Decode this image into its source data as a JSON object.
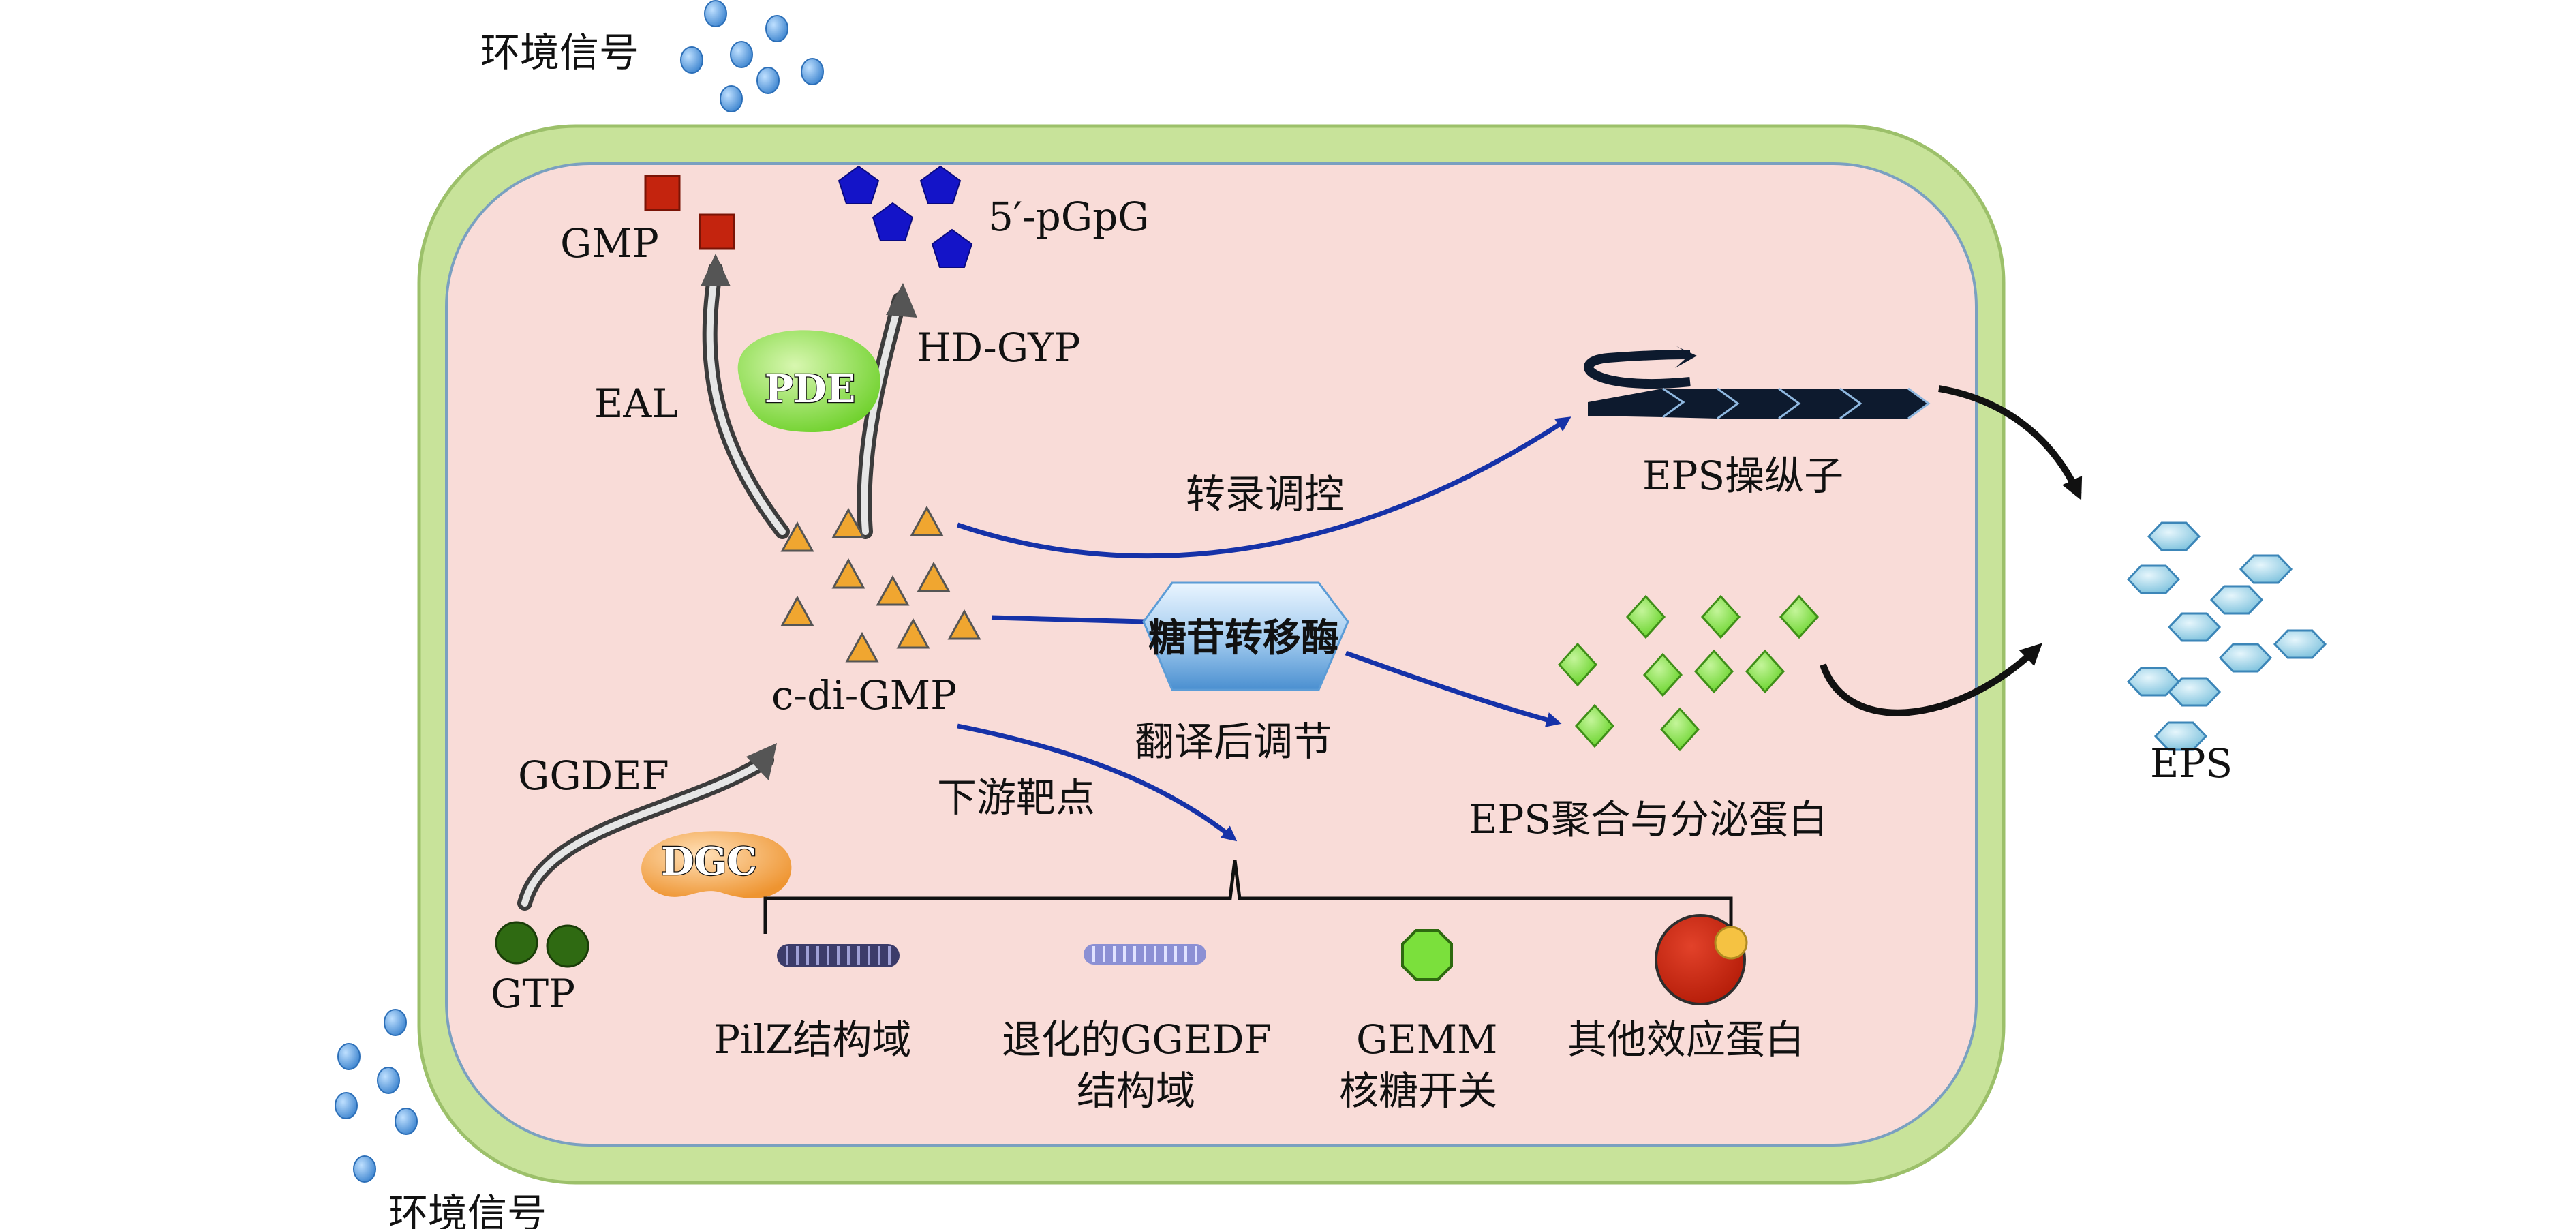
{
  "labels": {
    "env_signal_top": "环境信号",
    "env_signal_bottom": "环境信号",
    "gmp": "GMP",
    "pgpg": "5′-pGpG",
    "eal": "EAL",
    "pde": "PDE",
    "hdgyp": "HD-GYP",
    "transcription": "转录调控",
    "eps_operon": "EPS操纵子",
    "glycosyltransferase": "糖苷转移酶",
    "cdigmp": "c-di-GMP",
    "posttranslational": "翻译后调节",
    "eps_polymerase": "EPS聚合与分泌蛋白",
    "ggdef": "GGDEF",
    "downstream": "下游靶点",
    "dgc": "DGC",
    "gtp": "GTP",
    "pilz": "PilZ结构域",
    "degen_ggdef_1": "退化的GGEDF",
    "degen_ggdef_2": "结构域",
    "gemm_1": "GEMM",
    "gemm_2": "核糖开关",
    "other_effector": "其他效应蛋白",
    "eps": "EPS"
  },
  "colors": {
    "cell_wall": "#c8e39a",
    "cytoplasm": "#f9dcd8",
    "arrow_blue": "#1632a8",
    "triangle": "#f0a630",
    "gmp_square": "#c4240e",
    "pgpg_pentagon": "#1414c8",
    "diamond": "#7be03c",
    "hexagon": "#8fcde3",
    "pde": "#7ed83a",
    "dgc": "#f0a24a",
    "gtp": "#2f6a12",
    "signal_dot": "#4a8fd6"
  }
}
